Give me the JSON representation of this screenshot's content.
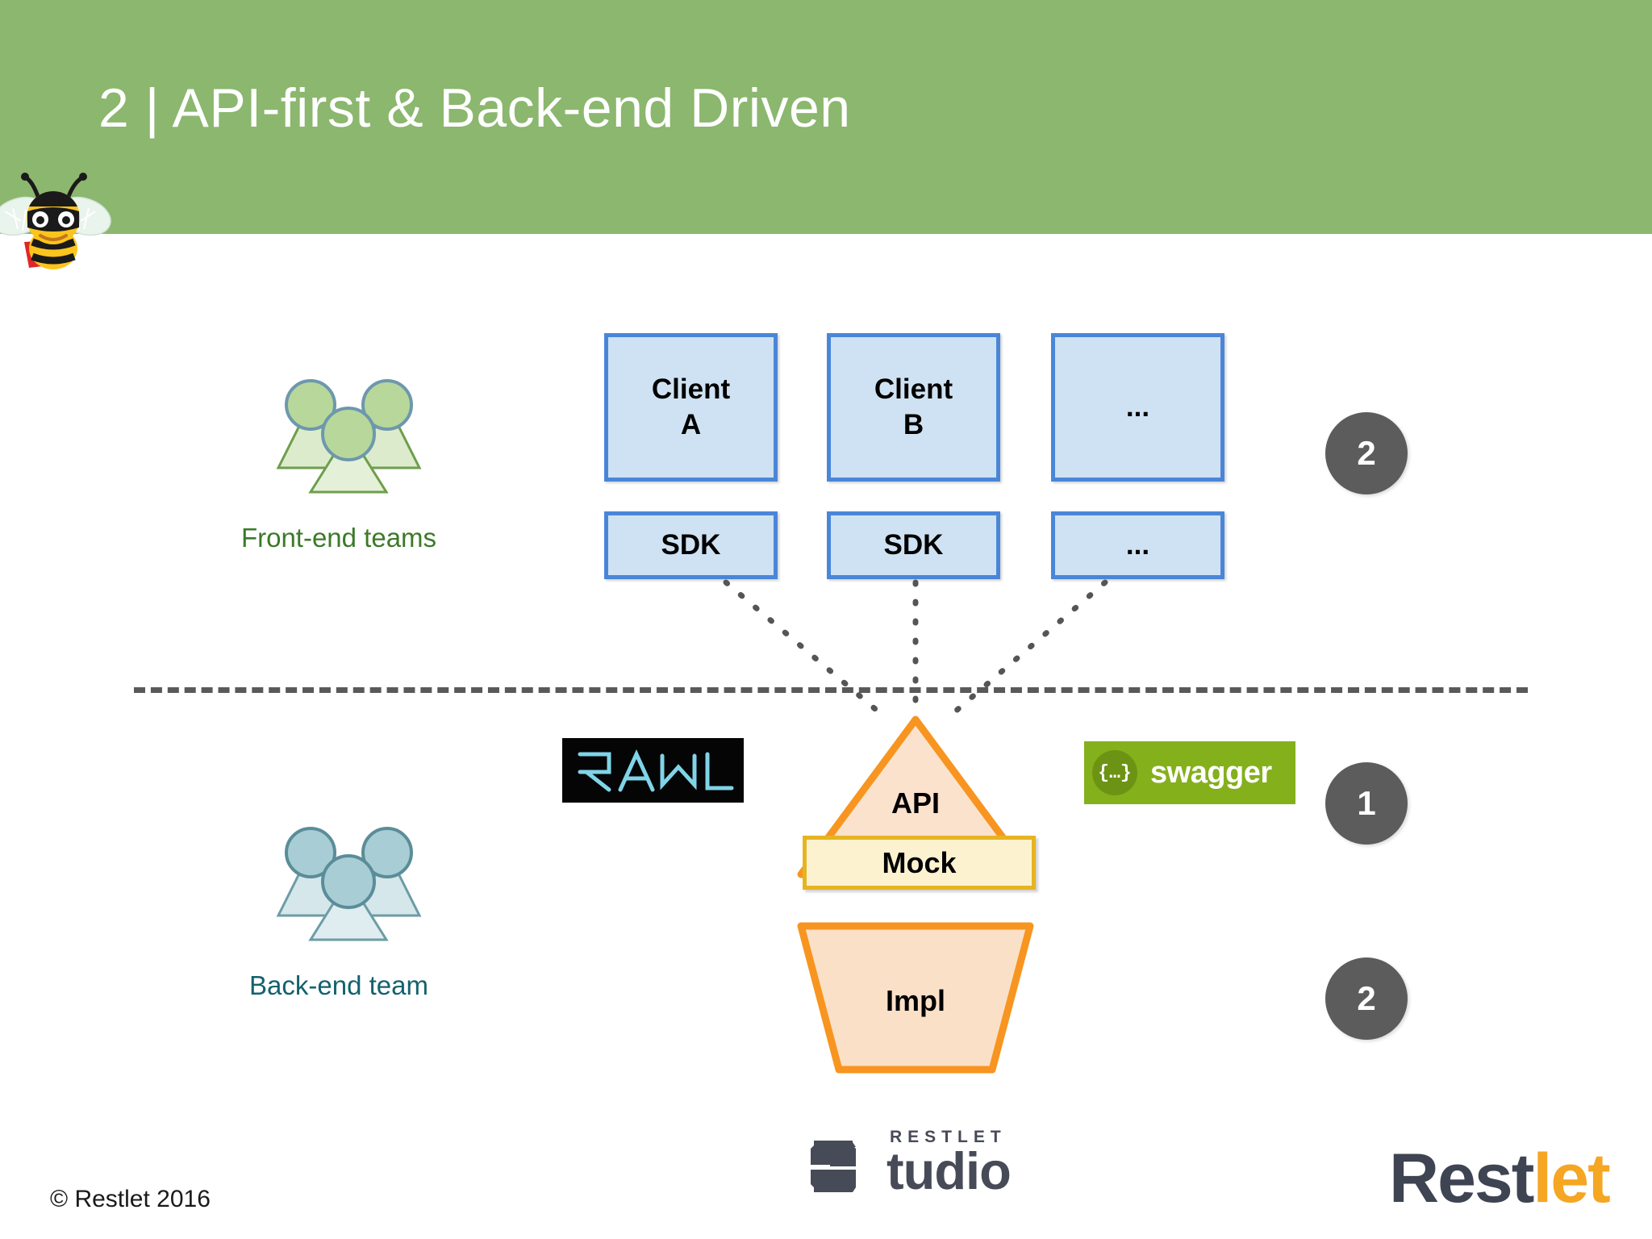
{
  "slide": {
    "title": "2 | API-first & Back-end Driven",
    "header_color": "#8bb76e",
    "background_color": "#ffffff",
    "copyright": "© Restlet 2016"
  },
  "mascot": {
    "name": "restlet-bee-mascot"
  },
  "teams": {
    "front_end": {
      "label": "Front-end teams",
      "label_color": "#3c7a28",
      "fill": "#c9dfb0",
      "stroke": "#6d9e4c",
      "head_stroke": "#6d98ad"
    },
    "back_end": {
      "label": "Back-end team",
      "label_color": "#14616e",
      "fill": "#bcd9de",
      "stroke": "#6d9ca6",
      "head_stroke": "#5a8d99"
    }
  },
  "clients": {
    "box_fill": "#cfe2f3",
    "box_border": "#4a86d8",
    "items": [
      {
        "title": "Client\nA",
        "title_line1": "Client",
        "title_line2": "A",
        "sdk": "SDK"
      },
      {
        "title": "Client\nB",
        "title_line1": "Client",
        "title_line2": "B",
        "sdk": "SDK"
      },
      {
        "title": "...",
        "title_line1": "...",
        "title_line2": "",
        "sdk": "..."
      }
    ]
  },
  "api": {
    "triangle_label": "API",
    "triangle_fill": "#fbe2cd",
    "triangle_stroke": "#f79520",
    "mock_label": "Mock",
    "mock_fill": "#fdf2cf",
    "mock_stroke": "#e6b422",
    "impl_label": "Impl",
    "impl_fill": "#fbe0c8",
    "impl_stroke": "#f79520"
  },
  "spec_logos": {
    "raml": {
      "text": "RAML",
      "background": "#050505",
      "text_color": "#7fd4e8"
    },
    "swagger": {
      "text": "swagger",
      "glyph": "{…}",
      "background": "#84b01c",
      "circle": "#6d9314",
      "text_color": "#ffffff"
    }
  },
  "steps": {
    "color": "#5c5c5c",
    "badges": [
      {
        "id": "top",
        "value": "2"
      },
      {
        "id": "middle",
        "value": "1"
      },
      {
        "id": "bottom",
        "value": "2"
      }
    ]
  },
  "studio_logo": {
    "restlet": "RESTLET",
    "tudio": "tudio",
    "color": "#474b57"
  },
  "restlet_logo": {
    "part1": "Rest",
    "part2": "let",
    "part1_color": "#3e4452",
    "part2_color": "#f5a623"
  },
  "divider": {
    "color": "#595959",
    "style": "dashed"
  }
}
